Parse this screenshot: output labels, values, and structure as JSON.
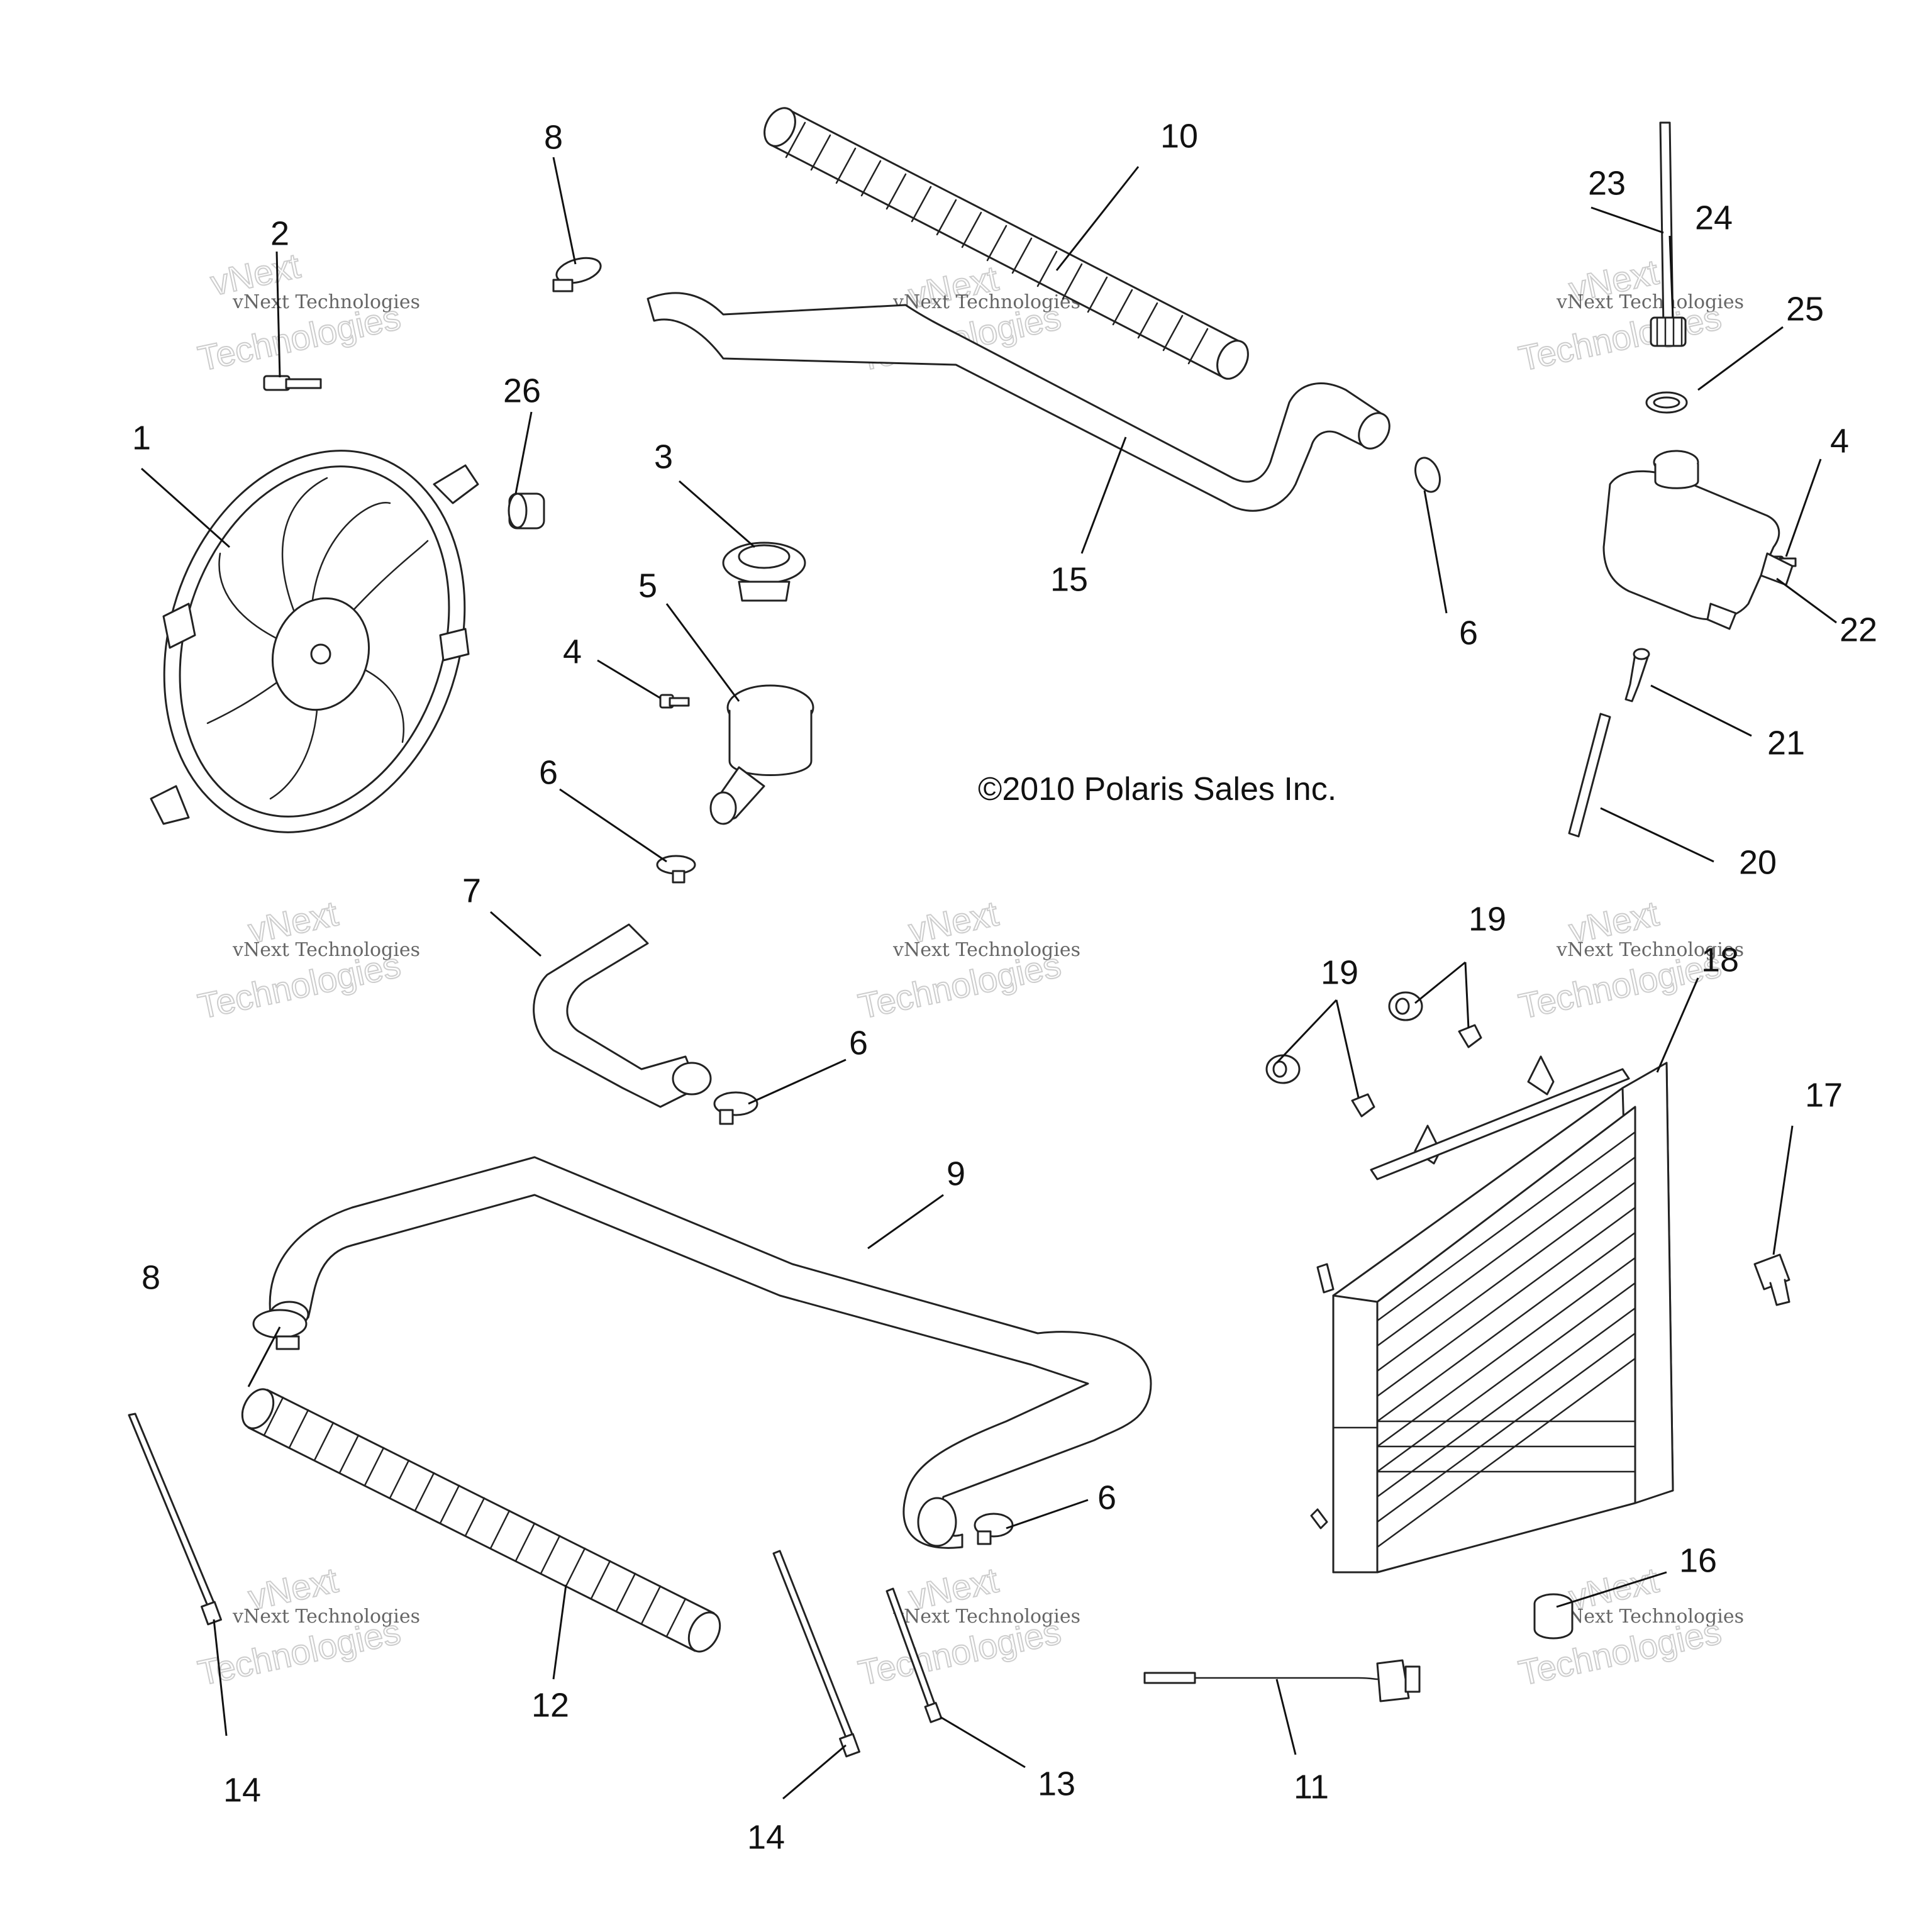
{
  "copyright": "©2010 Polaris Sales Inc.",
  "watermark": {
    "line1": "vNext",
    "line2": "vNext Technologies",
    "line3": "Technologies"
  },
  "callouts": {
    "c1": "1",
    "c2": "2",
    "c3": "3",
    "c4a": "4",
    "c4b": "4",
    "c5": "5",
    "c6a": "6",
    "c6b": "6",
    "c6c": "6",
    "c6d": "6",
    "c7": "7",
    "c8a": "8",
    "c8b": "8",
    "c9": "9",
    "c10": "10",
    "c11": "11",
    "c12": "12",
    "c13": "13",
    "c14a": "14",
    "c14b": "14",
    "c15": "15",
    "c16": "16",
    "c17": "17",
    "c18": "18",
    "c19a": "19",
    "c19b": "19",
    "c20": "20",
    "c21": "21",
    "c22": "22",
    "c23": "23",
    "c24": "24",
    "c25": "25",
    "c26": "26"
  },
  "colors": {
    "line": "#222222",
    "background": "#ffffff",
    "watermark": "#b8b8b8"
  }
}
